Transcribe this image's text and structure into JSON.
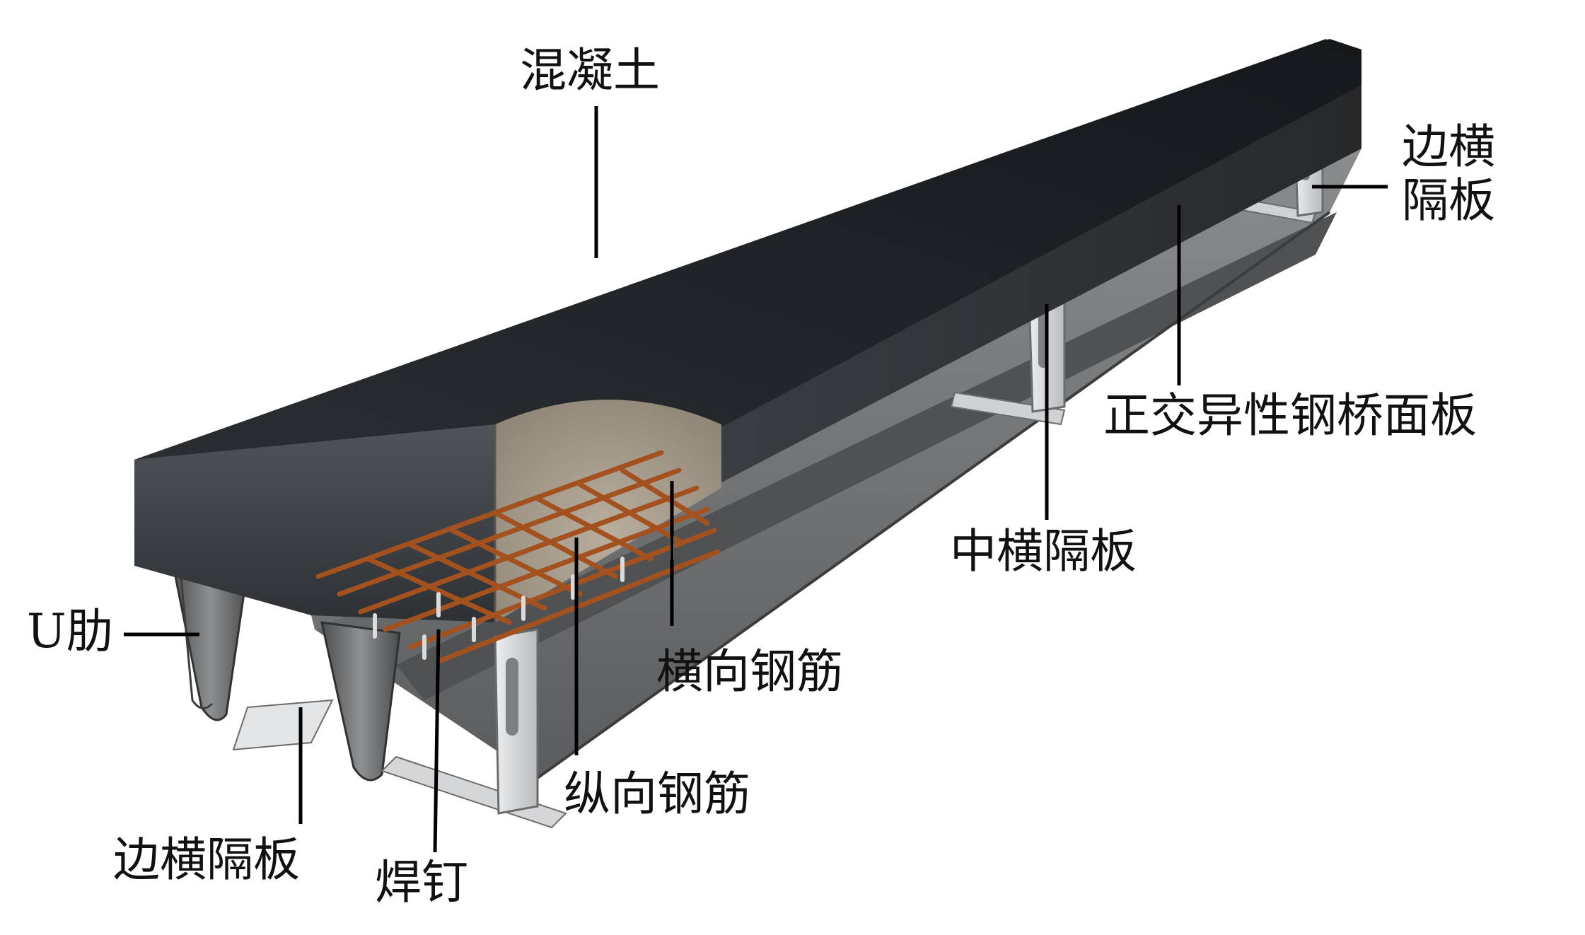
{
  "colors": {
    "concrete_top": "#1b1f22",
    "concrete_side": "#3a3d40",
    "concrete_core": "#a79b8a",
    "steel_light": "#d6d8da",
    "steel_mid": "#9a9c9e",
    "steel_dark": "#5d5f61",
    "rebar": "#a3521f",
    "leader_line": "#000000",
    "background": "#ffffff"
  },
  "labels": {
    "concrete": "混凝土",
    "end_diaphragm_right": "边横\n隔板",
    "orthotropic_deck": "正交异性钢桥面板",
    "middle_diaphragm": "中横隔板",
    "u_rib": "U肋",
    "transverse_rebar": "横向钢筋",
    "longitudinal_rebar": "纵向钢筋",
    "end_diaphragm_left": "边横隔板",
    "stud": "焊钉"
  }
}
